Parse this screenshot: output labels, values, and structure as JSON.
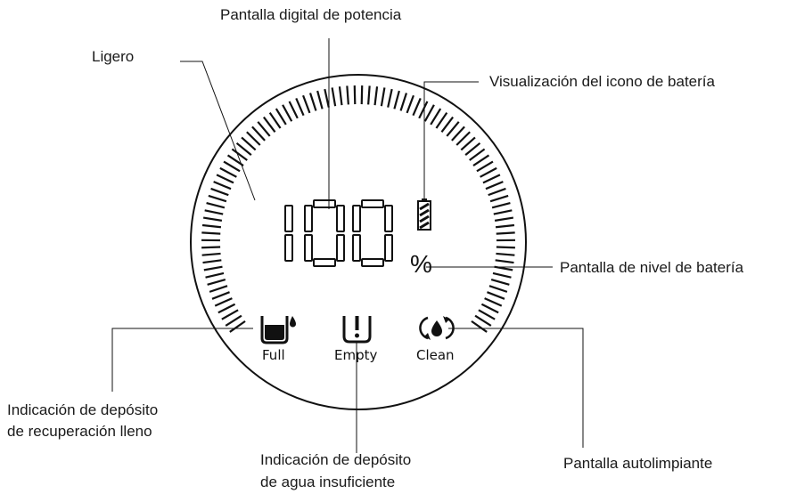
{
  "callouts": {
    "power_display": "Pantalla digital de potencia",
    "light": "Ligero",
    "battery_icon": "Visualización del icono de batería",
    "battery_level": "Pantalla de nivel de batería",
    "recovery_full_line1": "Indicación de depósito",
    "recovery_full_line2": "de recuperación lleno",
    "water_low_line1": "Indicación de depósito",
    "water_low_line2": "de agua insuficiente",
    "self_clean": "Pantalla autolimpiante"
  },
  "display": {
    "digits": "100",
    "percent_sign": "%"
  },
  "indicators": {
    "full_label": "Full",
    "empty_label": "Empty",
    "clean_label": "Clean"
  },
  "icons": {
    "tank_full": "tank-full-icon",
    "water_empty": "water-empty-icon",
    "self_clean": "self-clean-icon",
    "battery": "battery-icon"
  },
  "colors": {
    "ink": "#111111",
    "background": "#ffffff"
  }
}
